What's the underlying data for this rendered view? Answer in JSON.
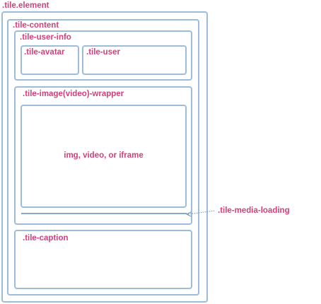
{
  "colors": {
    "label": "#d43f7a",
    "border": "#9dbcdc",
    "loading_bar": "#8aa9c9",
    "connector": "#6f8fb0"
  },
  "labels": {
    "tile_element": ".tile.element",
    "tile_content": ".tile-content",
    "tile_user_info": ".tile-user-info",
    "tile_avatar": ".tile-avatar",
    "tile_user": ".tile-user",
    "tile_image_wrapper": ".tile-image(video)-wrapper",
    "media_placeholder": "img, video, or iframe",
    "tile_media_loading": ".tile-media-loading",
    "tile_caption": ".tile-caption"
  }
}
